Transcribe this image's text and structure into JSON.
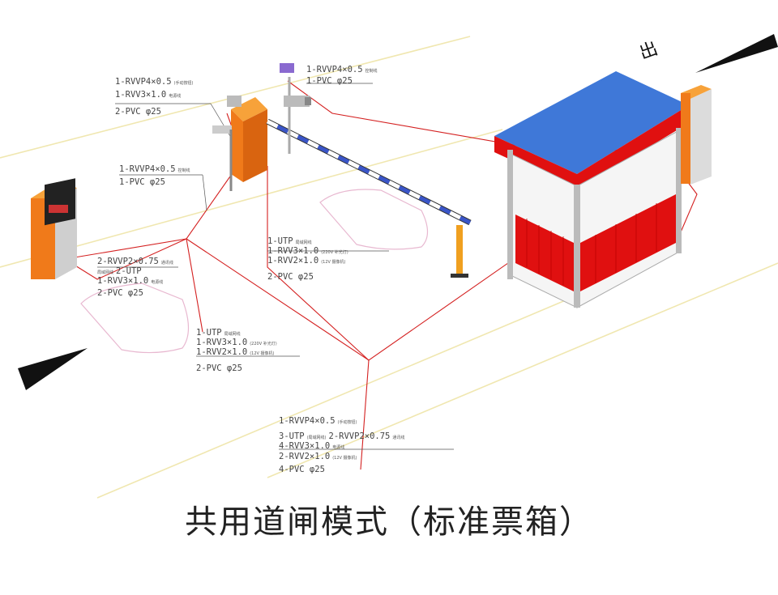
{
  "title": "共用道闸模式（标准票箱）",
  "cable_labels": {
    "barrier_left": {
      "l1": "1-RVVP4×0.5",
      "n1": "(手动按钮)",
      "l2": "1-RVV3×1.0",
      "n2": "电源线",
      "l3": "2-PVC φ25"
    },
    "camera": {
      "l1": "1-RVVP4×0.5",
      "n1": "控制线",
      "l2": "1-PVC φ25"
    },
    "ticket_box": {
      "l1": "1-RVVP4×0.5",
      "n1": "控制线",
      "l2": "1-PVC φ25"
    },
    "mid_left": {
      "l1": "2-RVVP2×0.75",
      "n1": "通讯线",
      "l2": "2-UTP",
      "n2": "局域网线",
      "l3": "1-RVV3×1.0",
      "n3": "电源线",
      "l4": "2-PVC φ25"
    },
    "mid_right": {
      "l1": "1-UTP",
      "n1": "局域网线",
      "l2": "1-RVV3×1.0",
      "n2": "(220V 补光灯)",
      "l3": "1-RVV2×1.0",
      "n3": "(12V 摄像机)",
      "l4": "2-PVC φ25"
    },
    "lower_left": {
      "l1": "1-UTP",
      "n1": "局域网线",
      "l2": "1-RVV3×1.0",
      "n2": "(220V 补光灯)",
      "l3": "1-RVV2×1.0",
      "n3": "(12V 摄像机)",
      "l4": "2-PVC φ25"
    },
    "bottom": {
      "l1": "1-RVVP4×0.5",
      "n1": "(手动按钮)",
      "l2": "3-UTP",
      "n2": "(局域网线)",
      "l2b": "2-RVVP2×0.75",
      "n2b": "通讯线",
      "l3": "4-RVV3×1.0",
      "n3": "电源线",
      "l4": "2-RVV2×1.0",
      "n4": "(12V 摄像机)",
      "l5": "4-PVC φ25"
    }
  },
  "colors": {
    "cable": "#d42020",
    "orange": "#f07a1a",
    "roof": "#3f78d8",
    "wall": "#e01010",
    "road": "#f0e7b0",
    "pad": "#e8b8d0"
  },
  "icons": [
    "barrier-gate-icon",
    "boom-arm-icon",
    "camera-icon",
    "ticket-box-icon",
    "guard-booth-icon",
    "direction-arrow-icon"
  ]
}
